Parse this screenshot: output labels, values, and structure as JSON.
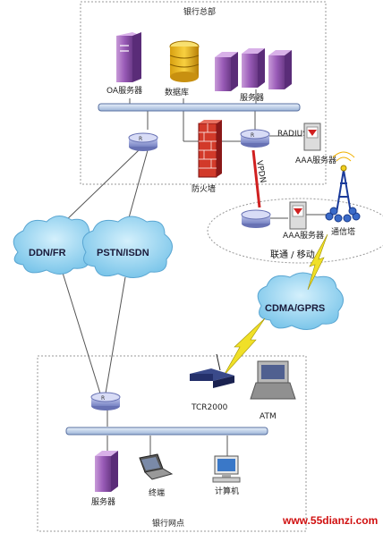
{
  "hq": {
    "title": "银行总部"
  },
  "labels": {
    "oa_server": "OA服务器",
    "database": "数据库",
    "servers": "服务器",
    "radius": "RADIUS",
    "aaa_server_hq": "AAA服务器",
    "firewall": "防火墙",
    "vpn": "VPDN",
    "aaa_server_mobile": "AAA服务器",
    "tower": "通信塔",
    "operator": "联通 / 移动",
    "ddn": "DDN/FR",
    "pstn": "PSTN/ISDN",
    "cdma": "CDMA/GPRS",
    "tcr": "TCR2000",
    "atm": "ATM",
    "branch_server": "服务器",
    "terminal": "终端",
    "computer": "计算机"
  },
  "branch": {
    "title": "银行网点"
  },
  "watermark": "www.55dianzi.com",
  "colors": {
    "cloud": "#a9dcf2",
    "bus": "#b8cce8",
    "router": "#9aa6d6",
    "server": "#a86cc0",
    "firewall": "#d03030",
    "lightning": "#e8e020",
    "watermark": "#d01010"
  }
}
